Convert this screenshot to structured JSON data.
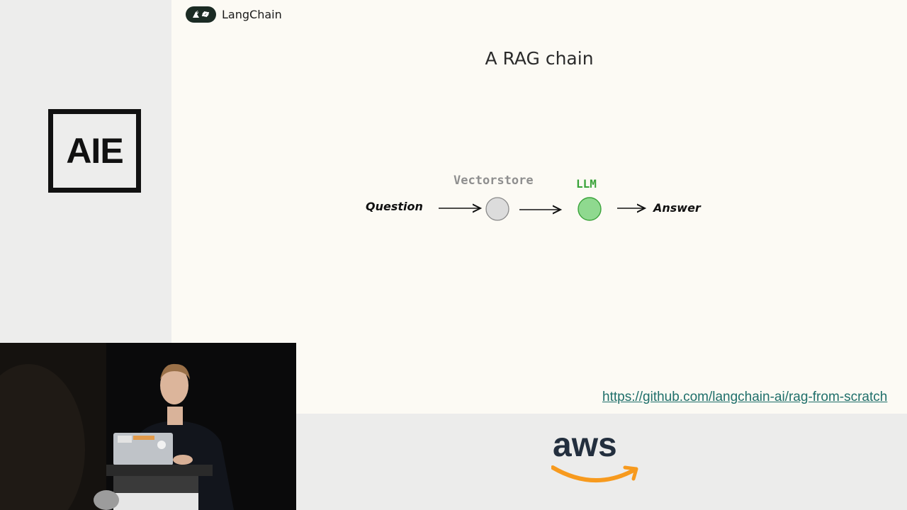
{
  "event": {
    "logo_text": "AIE"
  },
  "slide": {
    "brand": {
      "name": "LangChain",
      "icon": "langchain-parrot-link-icon"
    },
    "title": "A RAG chain",
    "diagram": {
      "nodes": [
        {
          "label": "Question"
        },
        {
          "label": "Vectorstore",
          "color": "#dcdcdc"
        },
        {
          "label": "LLM",
          "color": "#8fd98f"
        },
        {
          "label": "Answer"
        }
      ]
    },
    "link": "https://github.com/langchain-ai/rag-from-scratch"
  },
  "video": {
    "description_icon": "presenter-video-feed"
  },
  "sponsor": {
    "logo_text": "aws",
    "accent": "#f79a1e"
  },
  "colors": {
    "slide_bg": "#fcfaf4",
    "link": "#1f6f6a",
    "llm_green": "#3aa33a"
  }
}
